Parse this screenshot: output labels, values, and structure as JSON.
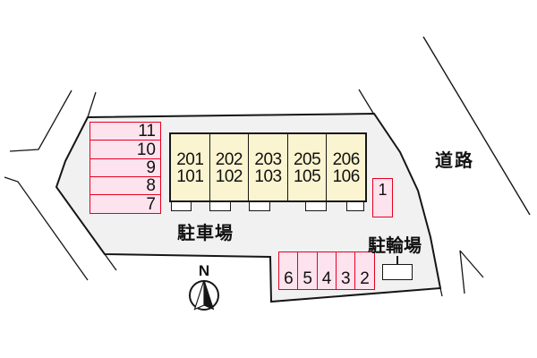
{
  "labels": {
    "parking_lot": "駐車場",
    "bicycle_parking": "駐輪場",
    "road": "道路",
    "compass_north": "N"
  },
  "building": {
    "units": [
      {
        "upper": "201",
        "lower": "101"
      },
      {
        "upper": "202",
        "lower": "102"
      },
      {
        "upper": "203",
        "lower": "103"
      },
      {
        "upper": "205",
        "lower": "105"
      },
      {
        "upper": "206",
        "lower": "106"
      }
    ]
  },
  "parking_spaces": {
    "left_column": [
      "11",
      "10",
      "9",
      "8",
      "7"
    ],
    "right_single": "1",
    "bottom_row": [
      "6",
      "5",
      "4",
      "3",
      "2"
    ]
  },
  "colors": {
    "site_fill": "#f1f1f1",
    "space_fill": "#fce3ed",
    "space_border": "#e60021",
    "building_fill": "#faf4d0",
    "outline": "#161616",
    "background": "#ffffff"
  }
}
